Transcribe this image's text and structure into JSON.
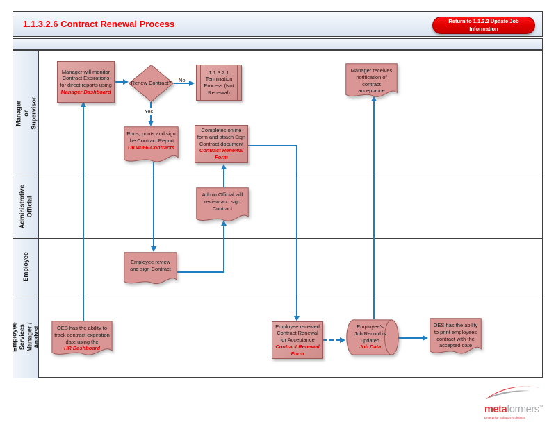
{
  "header": {
    "title": "1.1.3.2.6 Contract Renewal Process",
    "return_button": "Return to 1.1.3.2 Update Job Information"
  },
  "lanes": [
    {
      "label": "Manager or Supervisor"
    },
    {
      "label": "Administrative Official"
    },
    {
      "label": "Employee"
    },
    {
      "label": "Employee Services Manager / Analyst"
    }
  ],
  "shapes": {
    "manager_monitor": {
      "text": "Manager will monitor Contract Expirations for direct reports using",
      "system": "Manager Dashboard"
    },
    "renew_contract": {
      "text": "Renew Contract?"
    },
    "termination": {
      "text": "1.1.3.2.1 Termination Process (Not Renewal)"
    },
    "runs_prints": {
      "text": "Runs, prints and sign the Contract Report",
      "system": "UID4066-Contracts"
    },
    "completes_online": {
      "text": "Completes online form and attach Sign Contract document",
      "system": "Contract Renewal Form"
    },
    "manager_receives": {
      "text": "Manager receives notification of contract acceptance"
    },
    "admin_review": {
      "text": "Admin Official will review and sign Contract"
    },
    "employee_review": {
      "text": "Employee review and sign Contract"
    },
    "oes_track": {
      "text": "OES has the ability to track contract expiration date using the",
      "system": "HR Dashboard"
    },
    "employee_received": {
      "text": "Employee received Contract Renewal for Acceptance",
      "system": "Contract Renewal Form"
    },
    "job_record": {
      "text": "Employee's Job Record is updated",
      "system": "Job Data"
    },
    "oes_print": {
      "text": "OES has the ability to print employees contract with the accepted date"
    }
  },
  "connector_labels": {
    "no": "No",
    "yes": "Yes"
  },
  "logo": {
    "brand_meta": "meta",
    "brand_formers": "formers",
    "tm": "™",
    "tagline": "Enterprise Solution Architects"
  },
  "colors": {
    "title_red": "#ff0000",
    "button_red": "#e30000",
    "shape_fill": "#d99694",
    "shape_border": "#9c5a58",
    "connector_blue": "#1f7ec2"
  }
}
